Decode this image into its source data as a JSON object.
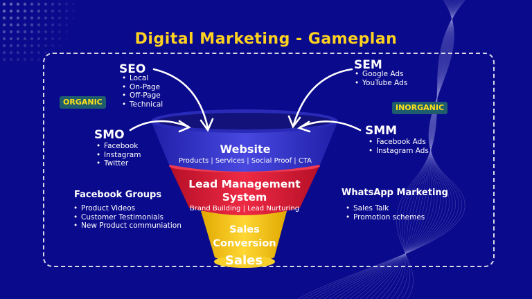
{
  "title": "Digital Marketing - Gameplan",
  "badges": {
    "organic": "ORGANIC",
    "inorganic": "INORGANIC"
  },
  "seo": {
    "heading": "SEO",
    "items": [
      "Local",
      "On-Page",
      "Off-Page",
      "Technical"
    ]
  },
  "smo": {
    "heading": "SMO",
    "items": [
      "Facebook",
      "Instagram",
      "Twitter"
    ]
  },
  "sem": {
    "heading": "SEM",
    "items": [
      "Google Ads",
      "YouTube Ads"
    ]
  },
  "smm": {
    "heading": "SMM",
    "items": [
      "Facebook Ads",
      "Instagram Ads"
    ]
  },
  "facebook_groups": {
    "heading": "Facebook Groups",
    "items": [
      "Product Videos",
      "Customer Testimonials",
      "New Product communiation"
    ]
  },
  "whatsapp": {
    "heading": "WhatsApp Marketing",
    "items": [
      "Sales Talk",
      "Promotion schemes"
    ]
  },
  "funnel": {
    "website": {
      "label": "Website",
      "sub": "Products | Services | Social Proof | CTA"
    },
    "lead": {
      "label_line1": "Lead Management",
      "label_line2": "System",
      "sub": "Brand Building | Lead Nurturing"
    },
    "conversion": {
      "label_line1": "Sales",
      "label_line2": "Conversion"
    },
    "sales": {
      "label": "Sales"
    }
  },
  "colors": {
    "background": "#0a0a8c",
    "title": "#ffd21f",
    "funnel_top": "#3b3bd0",
    "funnel_middle": "#e21b36",
    "funnel_bottom": "#f5c518",
    "badge_bg": "#1e5c6e",
    "badge_text": "#ffe11a"
  }
}
